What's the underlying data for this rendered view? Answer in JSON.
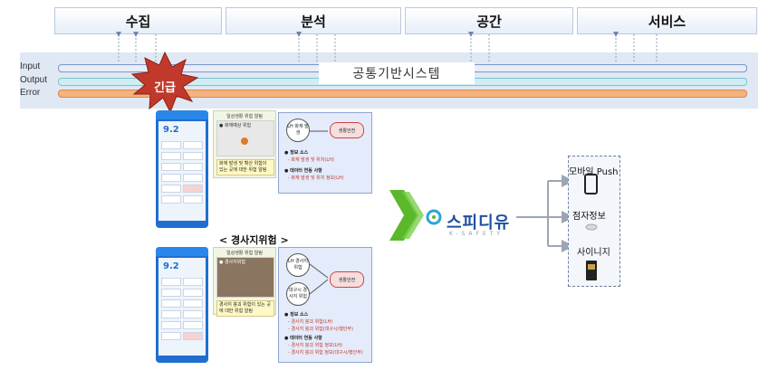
{
  "categories": [
    "수집",
    "분석",
    "공간",
    "서비스"
  ],
  "platform": {
    "title": "공통기반시스템",
    "bars": [
      "Input",
      "Output",
      "Error"
    ]
  },
  "alert": {
    "label": "긴급"
  },
  "panel_top": {
    "card_title": "일상생활 위험 알림",
    "map_label": "● 화재예상 위험",
    "tooltip": "화재 발생 및 확산 위험이 있는 곳에 대한 위험 알림",
    "flow_source": "LH 화재 발생",
    "flow_target": "생활안전",
    "info_head": "● 정보 소스",
    "info_sub": "- 화재 발생 및 위치(LH)",
    "link_head": "● 데이터 연동 사항",
    "link_sub": "- 화재 발생 및 위치 정보(LH)"
  },
  "landslide_caption": "< 경사지위험 >",
  "panel_bottom": {
    "card_title": "일상생활 위험 알림",
    "map_label": "● 경사지위험",
    "tooltip": "경사지 붕괴 위험이 있는 곳에 대한 위험 알림",
    "flow_source_1": "LH 경사지 위험",
    "flow_source_2": "대구시 경사지 위험",
    "flow_target": "생활안전",
    "info_head": "● 정보 소스",
    "info_sub_1": "- 경사지 붕괴 위험(LH)",
    "info_sub_2": "- 경사지 붕괴 위험(대구시/행안부)",
    "link_head": "● 데이터 연동 사항",
    "link_sub_1": "- 경사지 붕괴 위험 정보(LH)",
    "link_sub_2": "- 경사지 붕괴 위험 정보(대구시/행안부)"
  },
  "phone": {
    "big_value": "9.2"
  },
  "brand": {
    "name": "스피디유",
    "sub": "K-SAFETY"
  },
  "outputs": [
    "모바일 Push",
    "점자정보",
    "사이니지"
  ],
  "colors": {
    "input": "#7a94c8",
    "output": "#7ac4cf",
    "error": "#f4b27e",
    "alert": "#c0392b",
    "brand": "#1f4fa0",
    "arrow": "#5cb82b"
  }
}
